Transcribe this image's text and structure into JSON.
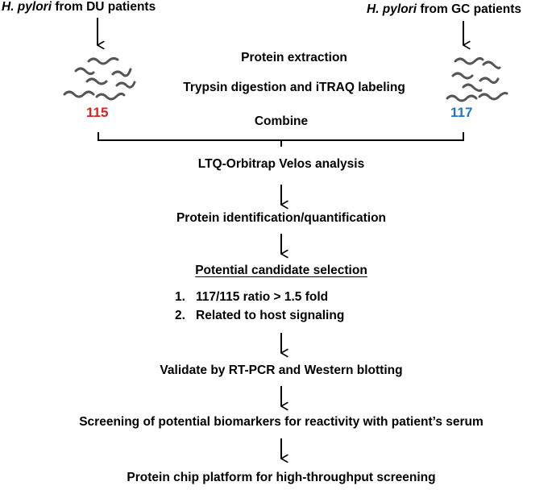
{
  "sources": {
    "left": {
      "italic": "H. pylori",
      "rest": " from DU patients",
      "label": "115",
      "label_color": "#e0201b"
    },
    "right": {
      "italic": "H. pylori",
      "rest": " from GC patients",
      "label": "117",
      "label_color": "#1f77c4"
    }
  },
  "prep_steps": {
    "extraction": "Protein extraction",
    "digestion": "Trypsin digestion and iTRAQ labeling",
    "combine": "Combine"
  },
  "steps": {
    "ms_analysis": "LTQ-Orbitrap Velos analysis",
    "identification": "Protein identification/quantification",
    "selection_title": "Potential candidate selection",
    "criteria": [
      {
        "num": "1.",
        "text": "117/115 ratio > 1.5 fold"
      },
      {
        "num": "2.",
        "text": "Related to host signaling"
      }
    ],
    "validate": "Validate by RT-PCR and Western blotting",
    "screening": "Screening of potential biomarkers for reactivity with patient’s serum",
    "chip": "Protein chip platform for high-throughput screening"
  },
  "colors": {
    "line": "#000000",
    "bacteria": "#555555"
  }
}
